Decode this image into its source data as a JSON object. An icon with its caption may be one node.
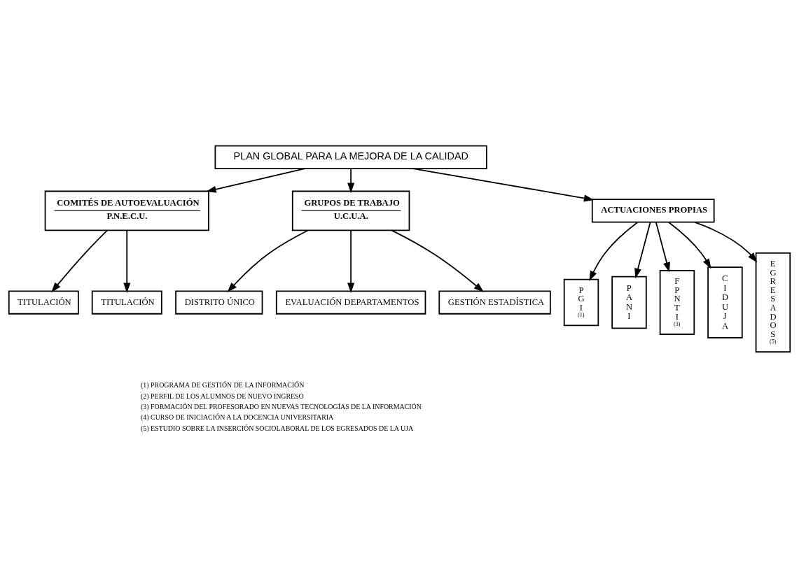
{
  "diagram": {
    "nodes": [
      {
        "text": [
          "PLAN GLOBAL PARA LA MEJORA DE LA CALIDAD"
        ]
      },
      {
        "text": [
          "COMITÉS DE AUTOEVALUACIÓN",
          "P.N.E.C.U."
        ]
      },
      {
        "text": [
          "GRUPOS DE TRABAJO",
          "U.C.U.A."
        ]
      },
      {
        "text": [
          "ACTUACIONES PROPIAS"
        ]
      },
      {
        "text": [
          "TITULACIÓN"
        ]
      },
      {
        "text": [
          "TITULACIÓN"
        ]
      },
      {
        "text": [
          "P G I",
          "(1)"
        ]
      },
      {
        "text": [
          "P A N I"
        ]
      },
      {
        "text": [
          "F P N T I",
          "(3)"
        ]
      },
      {
        "text": [
          "C I D U J A"
        ]
      },
      {
        "text": [
          "E G R E S A D O S",
          "(5)"
        ]
      },
      {
        "text": [
          "DISTRITO ÚNICO"
        ]
      },
      {
        "text": [
          "EVALUACIÓN DEPARTAMENTOS"
        ]
      },
      {
        "text": [
          "GESTIÓN ESTADÍSTICA"
        ]
      }
    ],
    "edges": [
      {
        "from": 0,
        "to": 1,
        "arrow": "to"
      },
      {
        "from": 0,
        "to": 2,
        "arrow": "to"
      },
      {
        "from": 0,
        "to": 3,
        "arrow": "to"
      },
      {
        "from": 1,
        "to": 4,
        "arrow": "to"
      },
      {
        "from": 1,
        "to": 5,
        "arrow": "to"
      },
      {
        "from": 3,
        "to": 6,
        "arrow": "to"
      },
      {
        "from": 3,
        "to": 7,
        "arrow": "to"
      },
      {
        "from": 3,
        "to": 8,
        "arrow": "to"
      },
      {
        "from": 3,
        "to": 9,
        "arrow": "to"
      },
      {
        "from": 3,
        "to": 10,
        "arrow": "to"
      },
      {
        "from": 2,
        "to": 11,
        "arrow": "to"
      },
      {
        "from": 2,
        "to": 12,
        "arrow": "to"
      },
      {
        "from": 2,
        "to": 13,
        "arrow": "to"
      }
    ],
    "labels": [
      "(1) PROGRAMA DE GESTIÓN DE LA INFORMACIÓN",
      "(2) PERFIL DE LOS ALUMNOS DE NUEVO INGRESO",
      "(3) FORMACIÓN DEL PROFESORADO EN NUEVAS TECNOLOGÍAS DE LA INFORMACIÓN",
      "(4) CURSO DE INICIACIÓN A LA DOCENCIA UNIVERSITARIA",
      "(5) ESTUDIO SOBRE LA INSERCIÓN SOCIOLABORAL DE LOS EGRESADOS DE LA UJA"
    ]
  }
}
